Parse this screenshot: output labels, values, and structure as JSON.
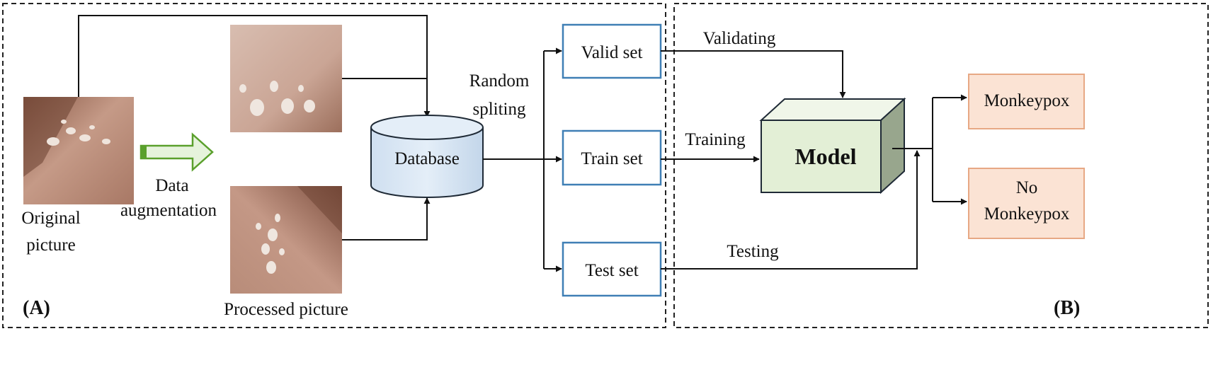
{
  "panels": {
    "left_label": "(A)",
    "right_label": "(B)"
  },
  "images": {
    "original_caption_line1": "Original",
    "original_caption_line2": "picture",
    "processed_caption": "Processed picture",
    "augmentation_line1": "Data",
    "augmentation_line2": "augmentation"
  },
  "database": {
    "label": "Database"
  },
  "split": {
    "line1": "Random",
    "line2": "spliting"
  },
  "sets": {
    "valid": "Valid set",
    "train": "Train set",
    "test": "Test set"
  },
  "flows": {
    "validating": "Validating",
    "training": "Training",
    "testing": "Testing"
  },
  "model": {
    "label": "Model"
  },
  "outputs": {
    "positive": "Monkeypox",
    "negative_line1": "No",
    "negative_line2": "Monkeypox"
  },
  "colors": {
    "set_border": "#3f7fb5",
    "database_fill": "#dce8f5",
    "model_fill": "#e3efd6",
    "output_fill": "#fbe3d4",
    "augmentation_arrow": "#5aa02c"
  }
}
